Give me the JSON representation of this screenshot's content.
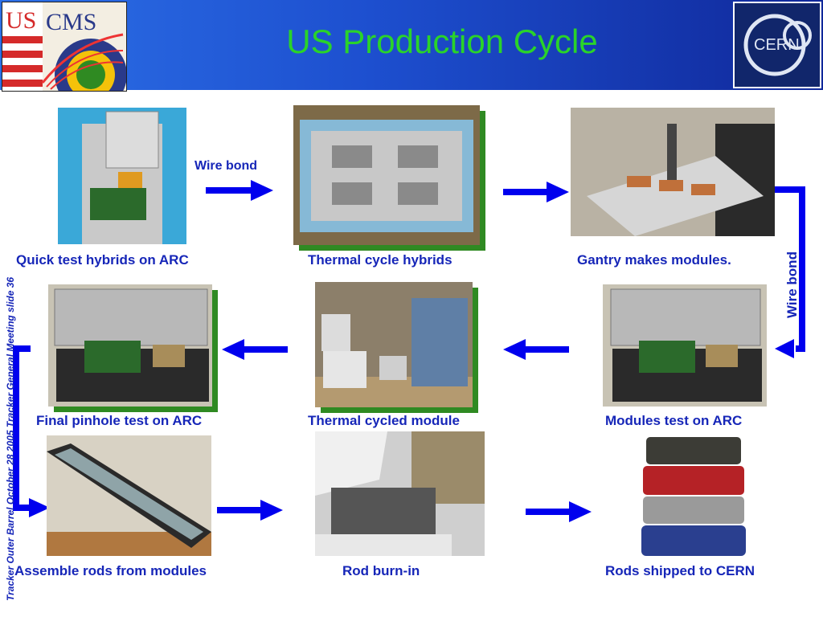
{
  "title": "US Production Cycle",
  "logos": {
    "left_text": "US CMS",
    "right_text": "CERN"
  },
  "side_text": "Tracker Outer Barrel  October 28 2005   Tracker  General Meeting  slide 36",
  "captions": {
    "quick_test": "Quick test hybrids on ARC",
    "thermal_hybrids": "Thermal cycle hybrids",
    "gantry": "Gantry makes modules.",
    "final_pinhole": "Final pinhole test on ARC",
    "thermal_module": "Thermal cycled module",
    "modules_test": "Modules test on ARC",
    "assemble_rods": "Assemble rods from modules",
    "rod_burnin": "Rod burn-in",
    "rods_shipped": "Rods shipped to CERN"
  },
  "labels": {
    "wire_bond_top": "Wire bond",
    "wire_bond_side": "Wire bond"
  },
  "colors": {
    "title": "#2ad32a",
    "caption": "#1626b8",
    "arrow": "#0000ee",
    "frame": "#2f8a22"
  }
}
